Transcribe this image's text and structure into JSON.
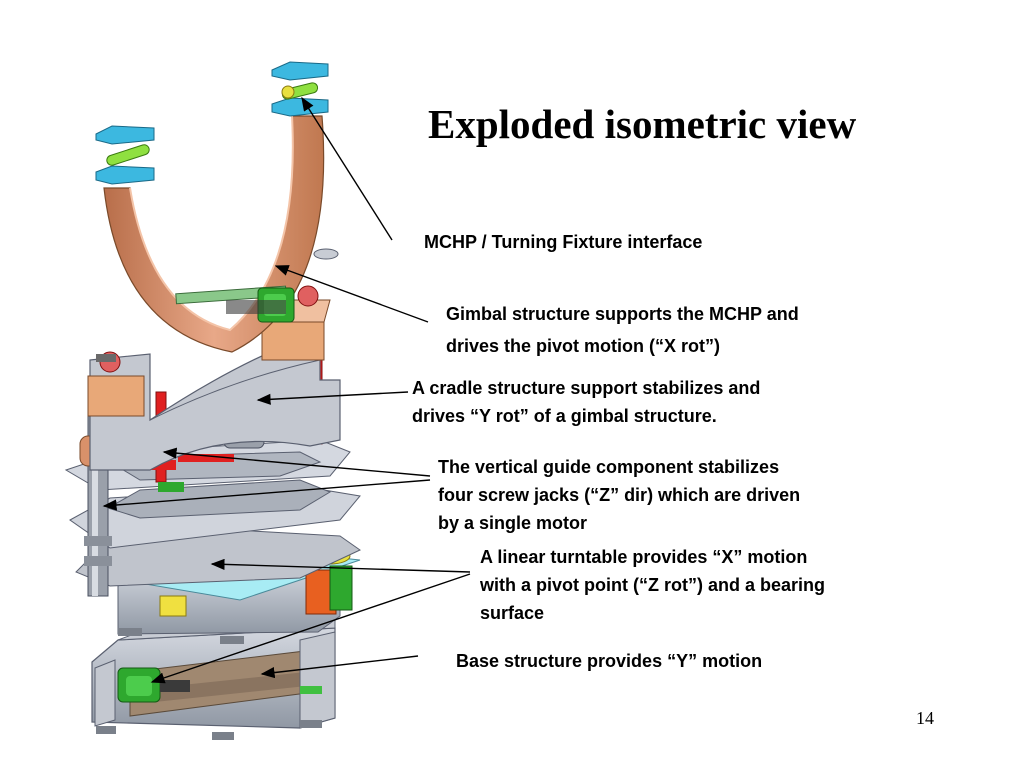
{
  "slide": {
    "title": "Exploded isometric view",
    "page_number": "14"
  },
  "callouts": [
    {
      "id": "mchp-interface",
      "lines": [
        "MCHP / Turning Fixture interface"
      ]
    },
    {
      "id": "gimbal",
      "lines": [
        "Gimbal structure supports the MCHP and",
        "drives the pivot motion (“X rot”)"
      ]
    },
    {
      "id": "cradle",
      "lines": [
        "A cradle structure support stabilizes and",
        "drives “Y rot” of a gimbal structure."
      ]
    },
    {
      "id": "vertical-guide",
      "lines": [
        "The vertical guide component stabilizes",
        "four screw jacks (“Z” dir) which are driven",
        "by a single motor"
      ]
    },
    {
      "id": "turntable",
      "lines": [
        "A linear turntable provides “X” motion",
        "with a pivot point (“Z rot”) and a bearing",
        "surface"
      ]
    },
    {
      "id": "base",
      "lines": [
        "Base structure provides “Y” motion"
      ]
    }
  ],
  "colors": {
    "gimbal_copper": "#d9916a",
    "pad_cyan": "#3cb8e0",
    "pin_green": "#8fe040",
    "frame_gray": "#b8bec8",
    "motor_green": "#2ea82e",
    "jack_red": "#e02020",
    "table_cyan": "#9ee8f0",
    "cradle_tan": "#e8a878"
  }
}
